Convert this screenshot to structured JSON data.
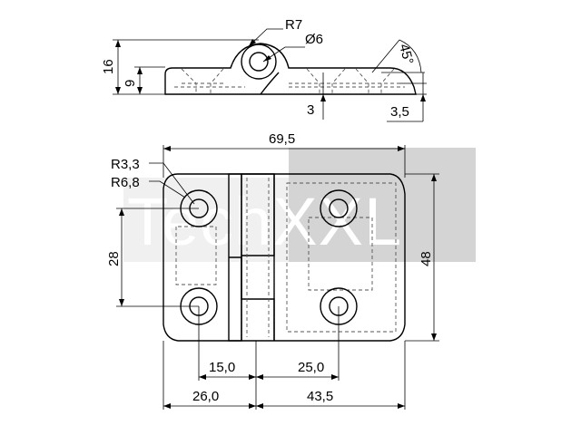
{
  "watermark": {
    "text": "TechXXL",
    "panel_color": "#d4d4d4"
  },
  "side_view": {
    "radius_outer": "R7",
    "hole_diameter": "Ø6",
    "height_total": "16",
    "height_leaf": "9",
    "countersink_angle": "45°",
    "dim_bottom_left": "3",
    "dim_bottom_right": "3,5"
  },
  "front_view": {
    "radius_hole": "R3,3",
    "radius_boss": "R6,8",
    "width_total": "69,5",
    "hole_spacing_vertical": "28",
    "height_total": "48",
    "hole_offset_left": "15,0",
    "hole_spacing_right": "25,0",
    "leaf_width_left": "26,0",
    "leaf_width_right": "43,5"
  }
}
